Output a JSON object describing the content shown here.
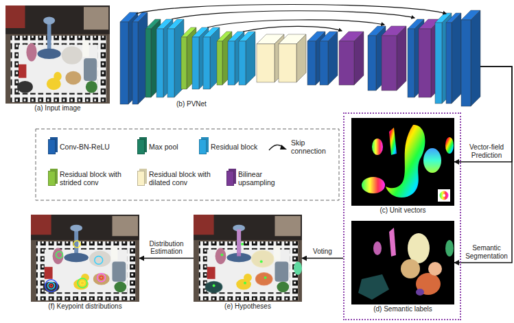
{
  "diagram": {
    "nodes": [
      {
        "text": [
          "(a) Input image"
        ]
      },
      {
        "text": [
          "(b) PVNet"
        ]
      },
      {
        "text": []
      },
      {
        "text": [
          "(c) Unit vectors"
        ],
        "in": 2
      },
      {
        "text": [
          "(d) Semantic labels"
        ],
        "in": 2
      },
      {
        "text": [
          "(e) Hypotheses"
        ]
      },
      {
        "text": [
          "(f) Keypoint distributions"
        ]
      }
    ],
    "edges": [
      {
        "from": 1,
        "to": 3,
        "arrow": "to",
        "label": "Vector-field Prediction"
      },
      {
        "from": 1,
        "to": 4,
        "arrow": "to",
        "label": "Semantic Segmentation"
      },
      {
        "from": 2,
        "to": 5,
        "arrow": "to",
        "label": "Voting"
      },
      {
        "from": 5,
        "to": 6,
        "arrow": "to",
        "label": "Distribution Estimation"
      }
    ],
    "legend": [
      {
        "text": "Conv-BN-ReLU",
        "color": "#1f64b4"
      },
      {
        "text": "Max pool",
        "color": "#1e8264"
      },
      {
        "text": "Residual block",
        "color": "#2aa6e0"
      },
      {
        "text": "Skip connection"
      },
      {
        "text": "Residual block with strided conv",
        "color": "#8cc63f"
      },
      {
        "text": "Residual block with dilated conv",
        "color": "#fbf1c7"
      },
      {
        "text": "Bilinear upsampling",
        "color": "#7a3a96"
      }
    ]
  }
}
